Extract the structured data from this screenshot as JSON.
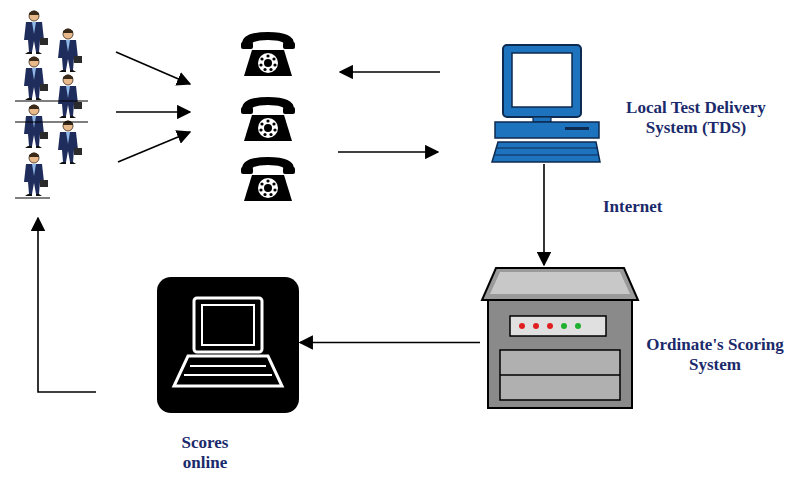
{
  "diagram": {
    "nodes": [
      {
        "text": [
          "Local Test Delivery System (TDS)"
        ]
      },
      {
        "text": [
          "Ordinate's Scoring System"
        ]
      },
      {
        "text": [
          "Scores online"
        ]
      }
    ],
    "edges": [
      {
        "from": 0,
        "to": 1,
        "arrow": "to",
        "label": "Internet"
      },
      {
        "from": 1,
        "to": 2,
        "arrow": "to"
      }
    ]
  }
}
